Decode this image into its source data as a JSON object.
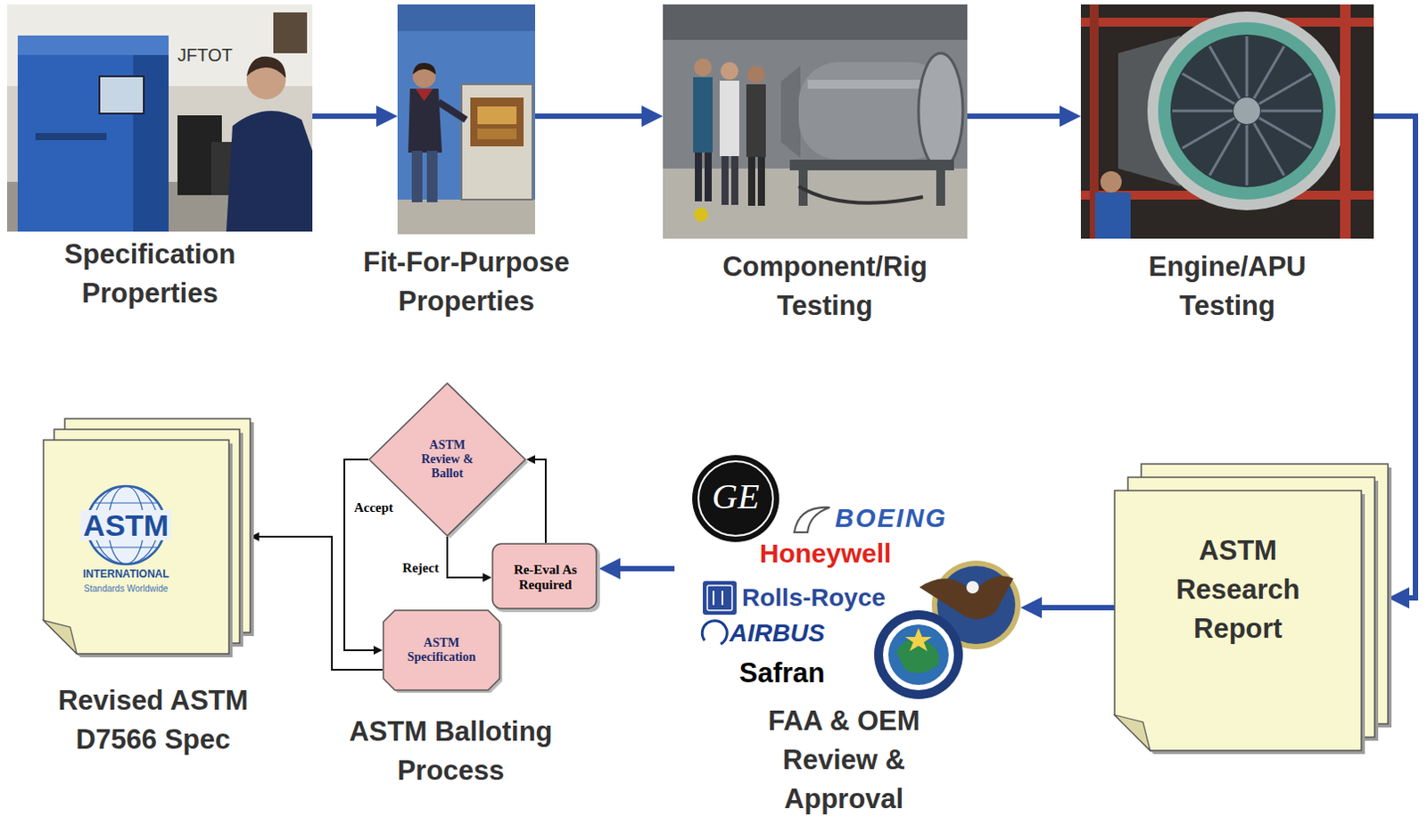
{
  "diagram": {
    "nodes": [
      {
        "text": [
          "Specification Properties"
        ]
      },
      {
        "text": [
          "Fit-For-Purpose Properties"
        ]
      },
      {
        "text": [
          "Component/Rig Testing"
        ]
      },
      {
        "text": [
          "Engine/APU Testing"
        ]
      },
      {
        "text": [
          "ASTM Research Report"
        ]
      },
      {
        "text": [
          "FAA & OEM Review & Approval"
        ]
      },
      {
        "text": [
          "ASTM Review & Ballot"
        ]
      },
      {
        "text": [
          "Re-Eval As Required"
        ]
      },
      {
        "text": [
          "ASTM Specification"
        ]
      },
      {
        "text": [
          "Revised ASTM D7566 Spec"
        ]
      }
    ],
    "edges": [
      {
        "from": 0,
        "to": 1,
        "arrow": "to"
      },
      {
        "from": 1,
        "to": 2,
        "arrow": "to"
      },
      {
        "from": 2,
        "to": 3,
        "arrow": "to"
      },
      {
        "from": 3,
        "to": 4,
        "arrow": "to"
      },
      {
        "from": 4,
        "to": 5,
        "arrow": "to"
      },
      {
        "from": 5,
        "to": 7,
        "arrow": "to"
      },
      {
        "from": 7,
        "to": 6,
        "arrow": "to"
      },
      {
        "from": 6,
        "to": 7,
        "label": "Reject",
        "arrow": "to"
      },
      {
        "from": 6,
        "to": 8,
        "label": "Accept",
        "arrow": "to"
      },
      {
        "from": 8,
        "to": 9,
        "arrow": "to"
      }
    ],
    "labels": [
      "JFTOT",
      "ASTM",
      "INTERNATIONAL",
      "Standards Worldwide",
      "ASTM Balloting Process",
      "GE",
      "BOEING",
      "Honeywell",
      "Rolls-Royce",
      "AIRBUS",
      "Safran"
    ]
  }
}
